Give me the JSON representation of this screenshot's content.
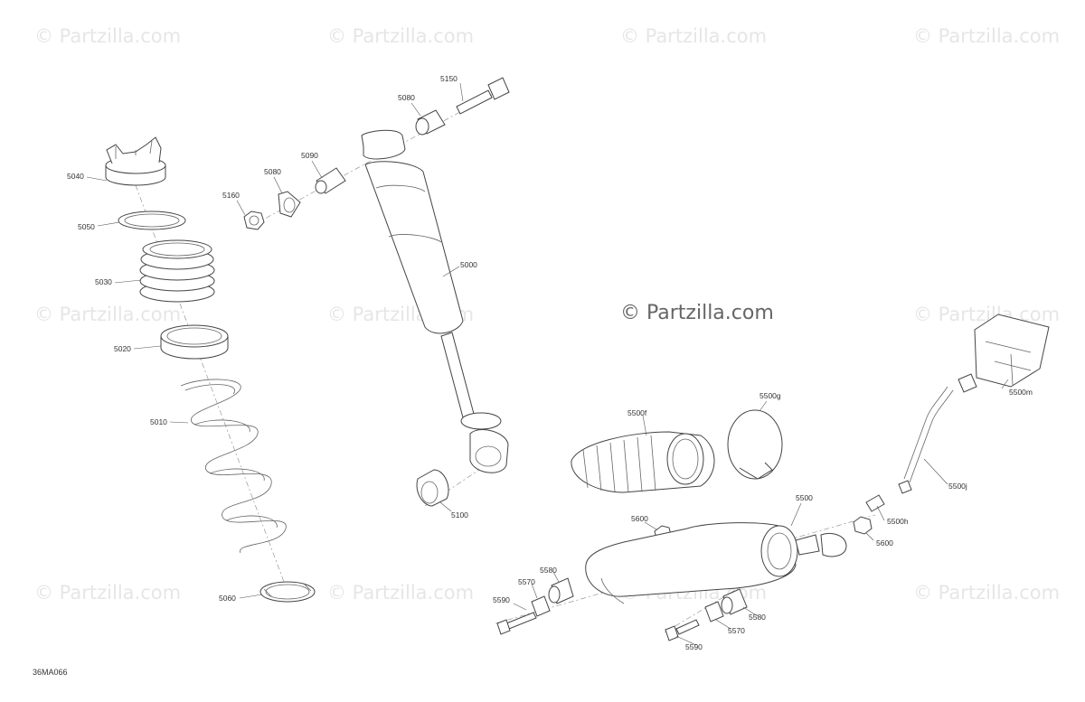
{
  "watermarks": {
    "text": "© Partzilla.com",
    "center_text": "© Partzilla.com"
  },
  "diagram_ref": "36MA066",
  "callouts": {
    "c5040": "5040",
    "c5050": "5050",
    "c5030": "5030",
    "c5020": "5020",
    "c5010": "5010",
    "c5060": "5060",
    "c5160": "5160",
    "c5080": "5080",
    "c5090": "5090",
    "c5080b": "5080",
    "c5150": "5150",
    "c5000": "5000",
    "c5100": "5100",
    "c5500f": "5500f",
    "c5500g": "5500g",
    "c5500m": "5500m",
    "c5500j": "5500j",
    "c5500h": "5500h",
    "c5500": "5500",
    "c5600a": "5600",
    "c5600b": "5600",
    "c5580a": "5580",
    "c5570a": "5570",
    "c5590a": "5590",
    "c5590b": "5590",
    "c5570b": "5570",
    "c5580b": "5580"
  },
  "colors": {
    "line": "#444444",
    "watermark": "#e6e6e6",
    "watermark_center": "#666666"
  }
}
